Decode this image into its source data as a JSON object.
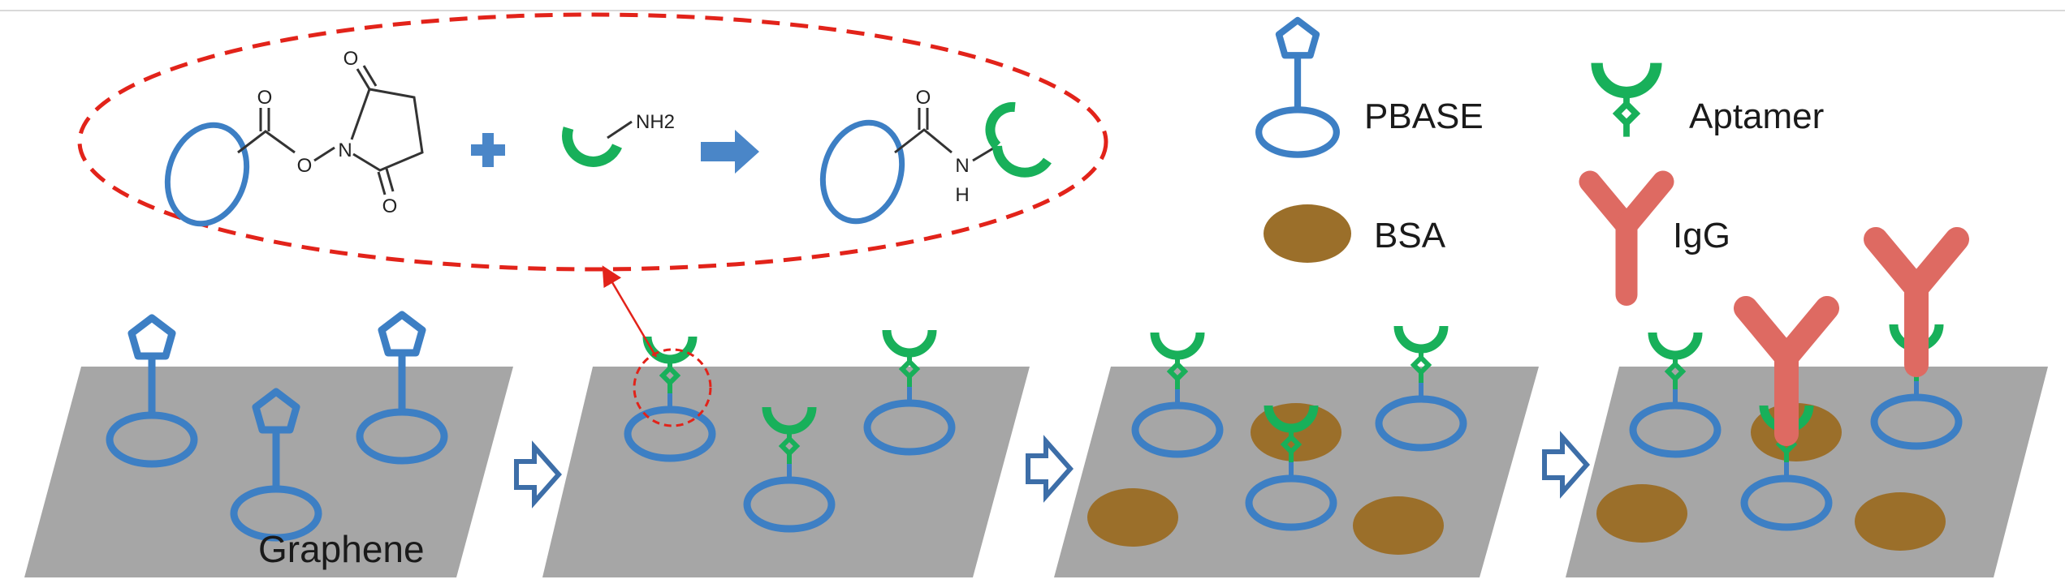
{
  "legend": {
    "pbase_label": "PBASE",
    "aptamer_label": "Aptamer",
    "bsa_label": "BSA",
    "igg_label": "IgG"
  },
  "panel1": {
    "graphene_label": "Graphene"
  },
  "reaction": {
    "o_top": "O",
    "o_left": "O",
    "n_ring": "N",
    "o_ring_top": "O",
    "o_ring_bottom": "O",
    "nh2_label": "NH2",
    "product_o": "O",
    "product_n": "N",
    "product_h": "H"
  },
  "colors": {
    "pbase_blue": "#3d7fc4",
    "aptamer_green": "#18b05a",
    "bsa_brown": "#9b6f2a",
    "igg_red": "#de6a62",
    "graphene_gray": "#a6a6a6",
    "reaction_dash_red": "#e2231a",
    "arrow_blue": "#4a86c8"
  }
}
